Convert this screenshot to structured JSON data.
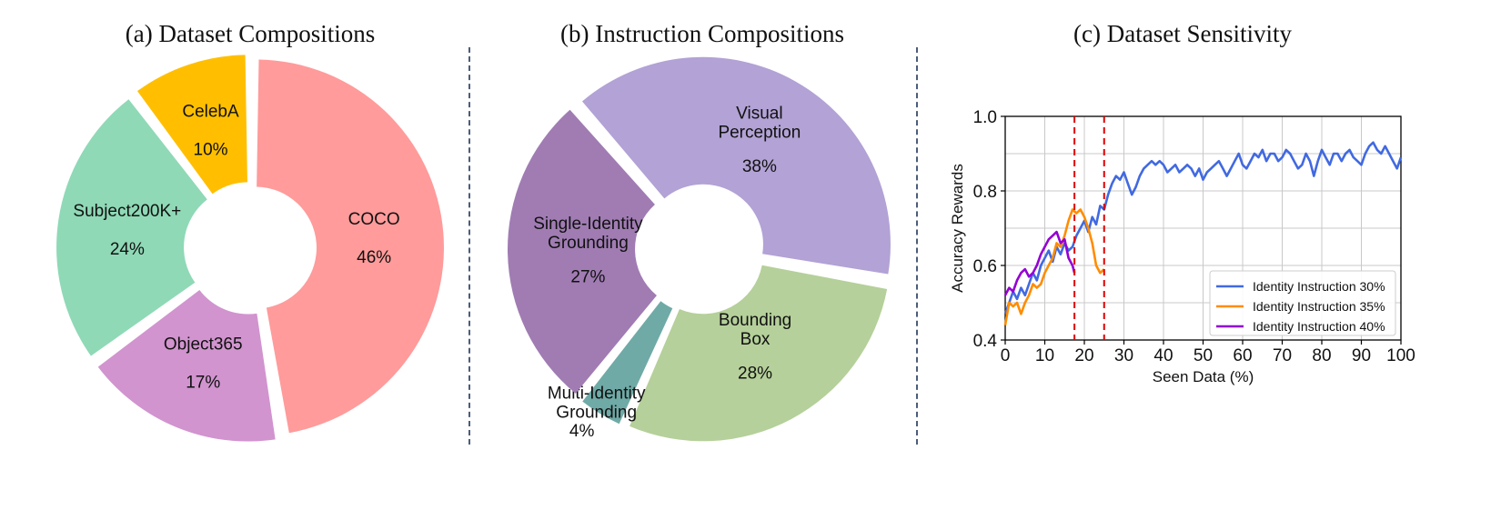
{
  "chart_data": [
    {
      "type": "pie",
      "title": "(a) Dataset Compositions",
      "slices": [
        {
          "label": "COCO",
          "value": 46,
          "display": "46%",
          "color": "#ff9b9b"
        },
        {
          "label": "Object365",
          "value": 17,
          "display": "17%",
          "color": "#d194cf"
        },
        {
          "label": "Subject200K+",
          "value": 24,
          "display": "24%",
          "color": "#8fd9b6"
        },
        {
          "label": "CelebA",
          "value": 10,
          "display": "10%",
          "color": "#ffbf00"
        }
      ]
    },
    {
      "type": "pie",
      "title": "(b) Instruction Compositions",
      "slices": [
        {
          "label": "Visual\nPerception",
          "value": 38,
          "display": "38%",
          "color": "#b2a2d5"
        },
        {
          "label": "Bounding\nBox",
          "value": 28,
          "display": "28%",
          "color": "#b5d09a"
        },
        {
          "label": "Multi-Identity\nGrounding",
          "value": 4,
          "display": "4%",
          "color": "#6faaa6"
        },
        {
          "label": "Single-Identity\nGrounding",
          "value": 27,
          "display": "27%",
          "color": "#a07cb3"
        }
      ]
    },
    {
      "type": "line",
      "title": "(c) Dataset Sensitivity",
      "xlabel": "Seen Data (%)",
      "ylabel": "Accuracy Rewards",
      "xlim": [
        0,
        100
      ],
      "ylim": [
        0.4,
        1.0
      ],
      "xticks": [
        "0",
        "10",
        "20",
        "30",
        "40",
        "50",
        "60",
        "70",
        "80",
        "90",
        "100"
      ],
      "yticks": [
        "0.4",
        "0.6",
        "0.8",
        "1.0"
      ],
      "grid": true,
      "legend": "lower-right",
      "vlines": [
        17.5,
        25
      ],
      "vline_color": "#e00000",
      "series": [
        {
          "name": "Identity Instruction 30%",
          "color": "#4169e1",
          "x": [
            0,
            2,
            3,
            4,
            5,
            6,
            7,
            8,
            9,
            10,
            11,
            12,
            13,
            14,
            15,
            16,
            17,
            18,
            19,
            20,
            21,
            22,
            23,
            24,
            25,
            26,
            27,
            28,
            29,
            30,
            31,
            32,
            33,
            34,
            35,
            36,
            37,
            38,
            39,
            40,
            41,
            42,
            43,
            44,
            45,
            46,
            47,
            48,
            49,
            50,
            51,
            52,
            53,
            54,
            55,
            56,
            57,
            58,
            59,
            60,
            61,
            62,
            63,
            64,
            65,
            66,
            67,
            68,
            69,
            70,
            71,
            72,
            73,
            74,
            75,
            76,
            77,
            78,
            79,
            80,
            81,
            82,
            83,
            84,
            85,
            86,
            87,
            88,
            89,
            90,
            91,
            92,
            93,
            94,
            95,
            96,
            97,
            98,
            99,
            100
          ],
          "y": [
            0.47,
            0.53,
            0.51,
            0.54,
            0.52,
            0.55,
            0.58,
            0.56,
            0.6,
            0.62,
            0.64,
            0.61,
            0.65,
            0.63,
            0.66,
            0.64,
            0.65,
            0.68,
            0.7,
            0.72,
            0.69,
            0.73,
            0.71,
            0.76,
            0.75,
            0.79,
            0.82,
            0.84,
            0.83,
            0.85,
            0.82,
            0.79,
            0.81,
            0.84,
            0.86,
            0.87,
            0.88,
            0.87,
            0.88,
            0.87,
            0.85,
            0.86,
            0.87,
            0.85,
            0.86,
            0.87,
            0.86,
            0.84,
            0.86,
            0.83,
            0.85,
            0.86,
            0.87,
            0.88,
            0.86,
            0.84,
            0.86,
            0.88,
            0.9,
            0.87,
            0.86,
            0.88,
            0.9,
            0.89,
            0.91,
            0.88,
            0.9,
            0.9,
            0.88,
            0.89,
            0.91,
            0.9,
            0.88,
            0.86,
            0.87,
            0.9,
            0.88,
            0.84,
            0.88,
            0.91,
            0.89,
            0.87,
            0.9,
            0.9,
            0.88,
            0.9,
            0.91,
            0.89,
            0.88,
            0.87,
            0.9,
            0.92,
            0.93,
            0.91,
            0.9,
            0.92,
            0.9,
            0.88,
            0.86,
            0.89
          ]
        },
        {
          "name": "Identity Instruction 35%",
          "color": "#ff8c00",
          "x": [
            0,
            1,
            2,
            3,
            4,
            5,
            6,
            7,
            8,
            9,
            10,
            11,
            12,
            13,
            14,
            15,
            16,
            17,
            18,
            19,
            20,
            21,
            22,
            23,
            24,
            25
          ],
          "y": [
            0.44,
            0.5,
            0.49,
            0.5,
            0.47,
            0.5,
            0.52,
            0.55,
            0.54,
            0.55,
            0.58,
            0.6,
            0.62,
            0.66,
            0.65,
            0.68,
            0.72,
            0.75,
            0.74,
            0.75,
            0.73,
            0.7,
            0.66,
            0.6,
            0.58,
            0.59
          ]
        },
        {
          "name": "Identity Instruction 40%",
          "color": "#9400d3",
          "x": [
            0,
            1,
            2,
            3,
            4,
            5,
            6,
            7,
            8,
            9,
            10,
            11,
            12,
            13,
            14,
            15,
            16,
            17,
            17.5
          ],
          "y": [
            0.52,
            0.54,
            0.53,
            0.56,
            0.58,
            0.59,
            0.57,
            0.58,
            0.6,
            0.63,
            0.65,
            0.67,
            0.68,
            0.69,
            0.66,
            0.67,
            0.62,
            0.6,
            0.58
          ]
        }
      ]
    }
  ]
}
